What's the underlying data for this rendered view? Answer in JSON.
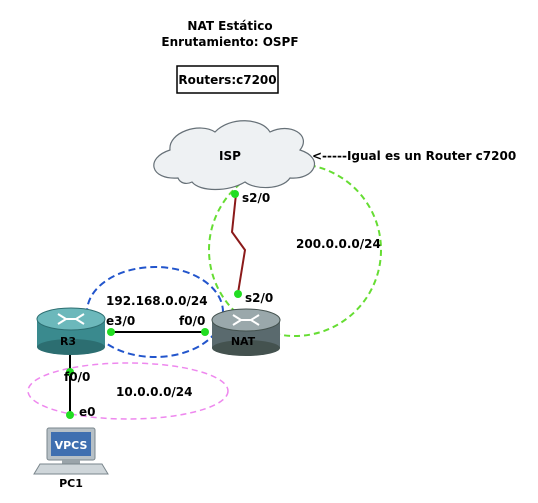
{
  "title": {
    "line1": "NAT Estático",
    "line2": "Enrutamiento: OSPF",
    "box": "Routers:c7200"
  },
  "devices": {
    "isp": "ISP",
    "isp_note": "<-----Igual es un Router c7200",
    "r3": "R3",
    "nat": "NAT",
    "vpcs": "VPCS",
    "pc1": "PC1"
  },
  "interfaces": {
    "isp_s2": "s2/0",
    "nat_s2": "s2/0",
    "r3_e3": "e3/0",
    "nat_f0": "f0/0",
    "r3_f0": "f0/0",
    "pc_e0": "e0"
  },
  "networks": {
    "wan": "200.0.0.0/24",
    "lan1": "192.168.0.0/24",
    "lan2": "10.0.0.0/24"
  },
  "colors": {
    "wan_circle": "#66dd33",
    "lan1_ellipse": "#2255cc",
    "lan2_ellipse": "#ee88ee",
    "serial_link": "#8b1a1a",
    "port_dot": "#22dd22",
    "router_r3": "#3a8a8e",
    "router_nat": "#5a6a6e"
  }
}
